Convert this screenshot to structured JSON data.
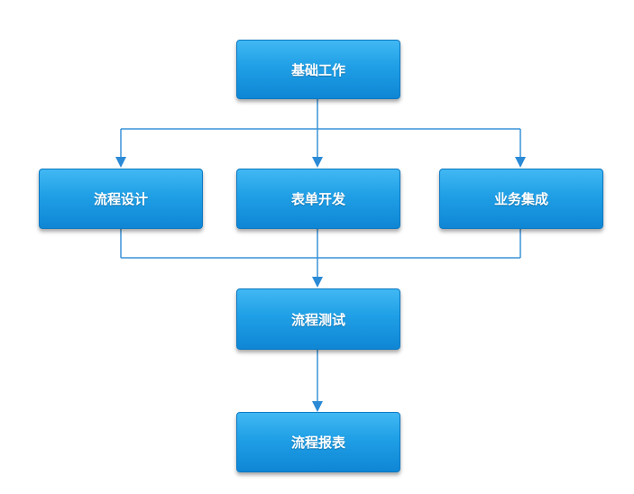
{
  "flowchart": {
    "nodes": {
      "basic_work": "基础工作",
      "process_design": "流程设计",
      "form_development": "表单开发",
      "business_integration": "业务集成",
      "process_testing": "流程测试",
      "process_reports": "流程报表"
    },
    "colors": {
      "node_fill_top": "#41b8f3",
      "node_fill_bottom": "#0f86d4",
      "node_text": "#ffffff",
      "connector": "#3a93d8"
    }
  }
}
